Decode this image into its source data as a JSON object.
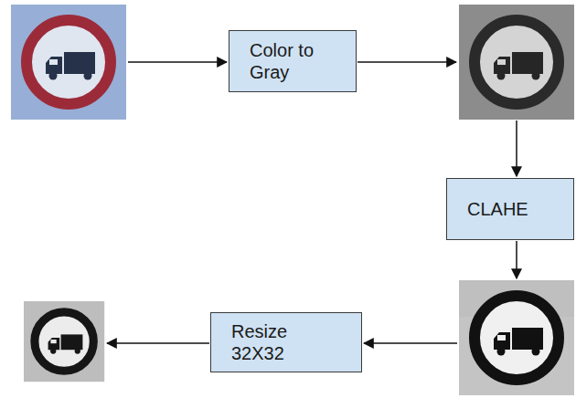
{
  "diagram": {
    "nodes": [
      {
        "text": [
          "Color to Gray"
        ]
      },
      {
        "text": [
          "CLAHE"
        ]
      },
      {
        "text": [
          "Resize 32X32"
        ]
      }
    ]
  }
}
